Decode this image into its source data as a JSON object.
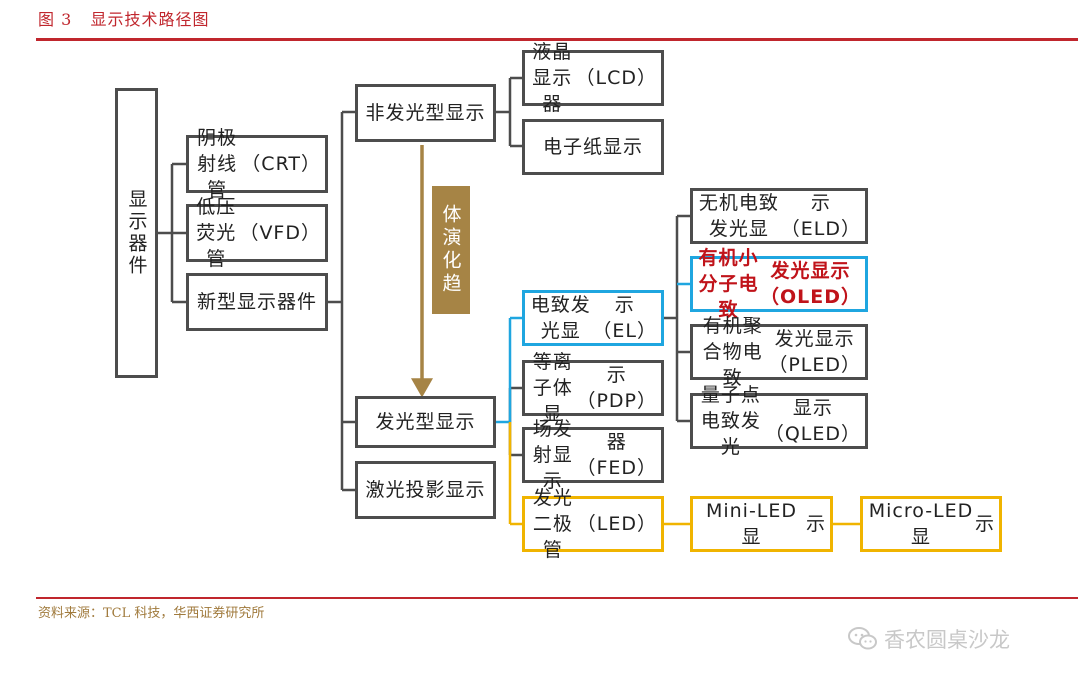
{
  "figure": {
    "title": "图 3   显示技术路径图",
    "source": "资料来源：TCL 科技，华西证券研究所",
    "watermark": "香农圆桌沙龙",
    "watermark_icon": "wechat-icon"
  },
  "colors": {
    "accent_red": "#c0262d",
    "box_border": "#4d4d4d",
    "blue_branch": "#1fa6e0",
    "gold_branch": "#f0b400",
    "trend_bar": "#a68445",
    "highlight_text": "#c0131a"
  },
  "trend_label": "体演化趋",
  "nodes": {
    "root": "显示器件",
    "crt": [
      "阴极射线管",
      "（CRT）"
    ],
    "vfd": [
      "低压荧光管",
      "（VFD）"
    ],
    "new_display": [
      "新型显示器",
      "件"
    ],
    "non_emissive": [
      "非发光型显",
      "示"
    ],
    "emissive": [
      "发光型显示"
    ],
    "laser": [
      "激光投影显",
      "示"
    ],
    "lcd": [
      "液晶显示器",
      "（LCD）"
    ],
    "epaper": [
      "电子纸显示"
    ],
    "el": [
      "电致发光显",
      "示（EL）"
    ],
    "pdp": [
      "等离子体显",
      "示（PDP）"
    ],
    "fed": [
      "场发射显示",
      "器（FED）"
    ],
    "led": [
      "发光二极管",
      "（LED）"
    ],
    "eld": [
      "无机电致发光显",
      "示（ELD）"
    ],
    "oled": [
      "有机小分子电致",
      "发光显示（OLED）"
    ],
    "pled": [
      "有机聚合物电致",
      "发光显示（PLED）"
    ],
    "qled": [
      "量子点电致发光",
      "显示（QLED）"
    ],
    "mini_led": [
      "Mini-LED显",
      "示"
    ],
    "micro_led": [
      "Micro-LED显",
      "示"
    ]
  }
}
